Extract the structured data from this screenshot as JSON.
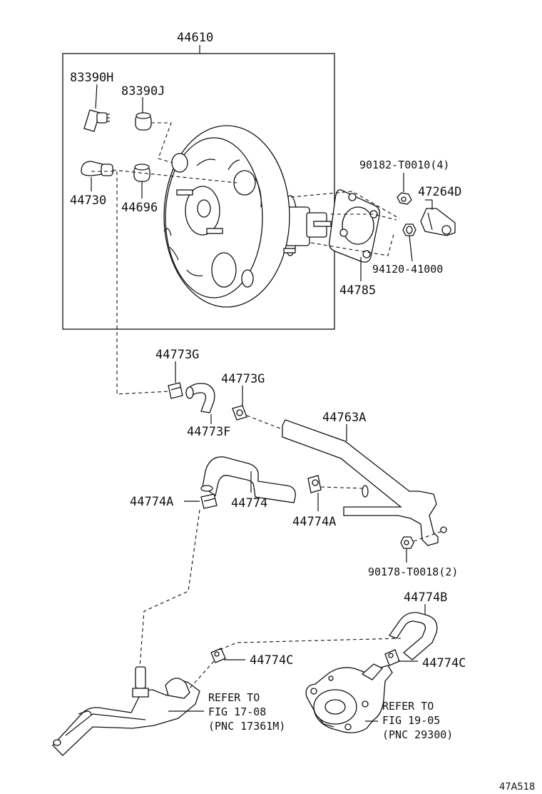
{
  "labels": {
    "p44610": "44610",
    "p83390H": "83390H",
    "p83390J": "83390J",
    "p44730": "44730",
    "p44696": "44696",
    "p90182": "90182-T0010(4)",
    "p47264D": "47264D",
    "p94120": "94120-41000",
    "p44785": "44785",
    "p44773G_a": "44773G",
    "p44773G_b": "44773G",
    "p44773F": "44773F",
    "p44763A": "44763A",
    "p44774A_a": "44774A",
    "p44774": "44774",
    "p44774A_b": "44774A",
    "p90178": "90178-T0018(2)",
    "p44774B": "44774B",
    "p44774C_a": "44774C",
    "p44774C_b": "44774C",
    "ref1_line1": "REFER TO",
    "ref1_line2": "FIG 17-08",
    "ref1_line3": "(PNC 17361M)",
    "ref2_line1": "REFER TO",
    "ref2_line2": "FIG 19-05",
    "ref2_line3": "(PNC 29300)",
    "figure_code": "47A518"
  },
  "colors": {
    "ink": "#111111",
    "paper": "#ffffff"
  }
}
